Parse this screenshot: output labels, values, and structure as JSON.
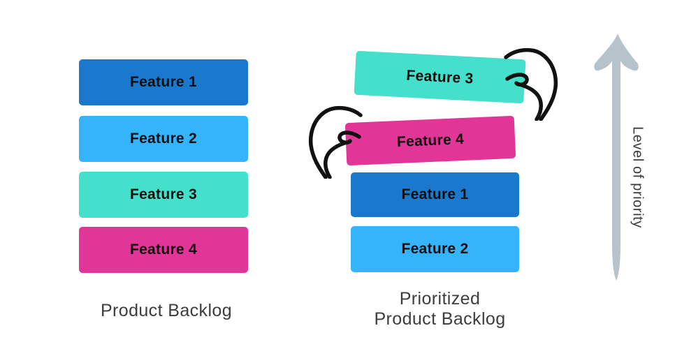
{
  "colors": {
    "feature1": "#1b79cd",
    "feature2": "#35b4fb",
    "feature3": "#45e0cc",
    "feature4": "#e23598",
    "arrow": "#b7c3ca",
    "caption_text": "#3d3d3d",
    "bar_text": "#0e0e0e",
    "hand_stroke": "#111111"
  },
  "left_column": {
    "caption": "Product Backlog",
    "bars": [
      {
        "label": "Feature 1",
        "color": "#1b79cd"
      },
      {
        "label": "Feature 2",
        "color": "#35b4fb"
      },
      {
        "label": "Feature 3",
        "color": "#45e0cc"
      },
      {
        "label": "Feature 4",
        "color": "#e23598"
      }
    ]
  },
  "right_column": {
    "caption_line1": "Prioritized",
    "caption_line2": "Product Backlog",
    "bars": [
      {
        "label": "Feature 3",
        "color": "#45e0cc",
        "tilt_deg": 3,
        "grabbed_by": "hand-right"
      },
      {
        "label": "Feature 4",
        "color": "#e23598",
        "tilt_deg": -2.5,
        "grabbed_by": "hand-left"
      },
      {
        "label": "Feature 1",
        "color": "#1b79cd",
        "tilt_deg": 0
      },
      {
        "label": "Feature 2",
        "color": "#35b4fb",
        "tilt_deg": 0
      }
    ]
  },
  "priority_axis": {
    "label": "Level of priority",
    "direction": "up"
  }
}
